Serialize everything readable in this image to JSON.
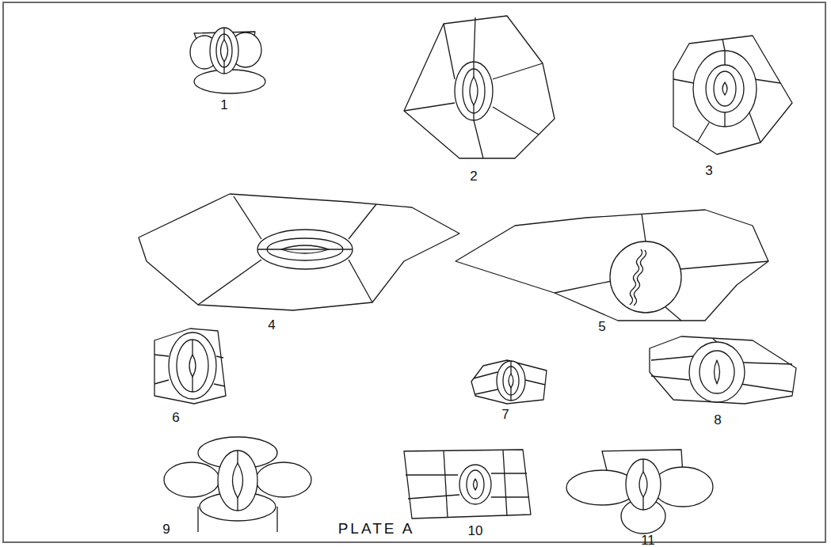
{
  "diagram": {
    "caption": "PLATE A",
    "labels": [
      "1",
      "2",
      "3",
      "4",
      "5",
      "6",
      "7",
      "8",
      "9",
      "10",
      "11"
    ]
  }
}
